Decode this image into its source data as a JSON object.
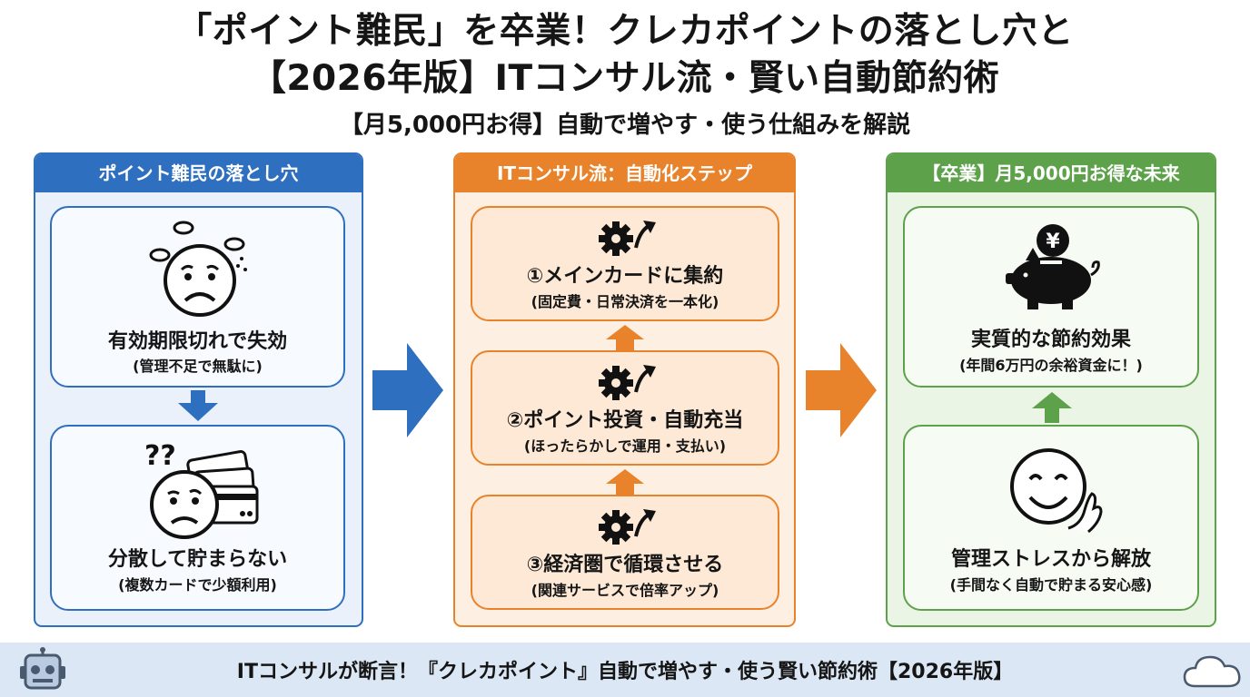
{
  "title": {
    "line1": "「ポイント難民」を卒業！クレカポイントの落とし穴と",
    "line2": "【2026年版】ITコンサル流・賢い自動節約術",
    "subtitle": "【月5,000円お得】自動で増やす・使う仕組みを解説"
  },
  "panels": [
    {
      "header": "ポイント難民の落とし穴",
      "color": "#2f6fc0",
      "cards": [
        {
          "title": "有効期限切れで失効",
          "sub": "(管理不足で無駄に)",
          "icon": "worried-face-coins-icon"
        },
        {
          "title": "分散して貯まらない",
          "sub": "(複数カードで少額利用)",
          "icon": "confused-face-cards-icon"
        }
      ]
    },
    {
      "header": "ITコンサル流：自動化ステップ",
      "color": "#e8832c",
      "cards": [
        {
          "title": "①メインカードに集約",
          "sub": "(固定費・日常決済を一本化)",
          "icon": "gear-arrow-icon"
        },
        {
          "title": "②ポイント投資・自動充当",
          "sub": "(ほったらかしで運用・支払い)",
          "icon": "gear-arrow-icon"
        },
        {
          "title": "③経済圏で循環させる",
          "sub": "(関連サービスで倍率アップ)",
          "icon": "gear-arrow-icon"
        }
      ]
    },
    {
      "header": "【卒業】月5,000円お得な未来",
      "color": "#5da24a",
      "cards": [
        {
          "title": "実質的な節約効果",
          "sub": "(年間6万円の余裕資金に！)",
          "icon": "piggy-bank-yen-icon"
        },
        {
          "title": "管理ストレスから解放",
          "sub": "(手間なく自動で貯まる安心感)",
          "icon": "relieved-smile-icon"
        }
      ]
    }
  ],
  "footer": {
    "text": "ITコンサルが断言！『クレカポイント』自動で増やす・使う賢い節約術【2026年版】",
    "left_icon": "robot-icon",
    "right_icon": "cloud-icon"
  }
}
